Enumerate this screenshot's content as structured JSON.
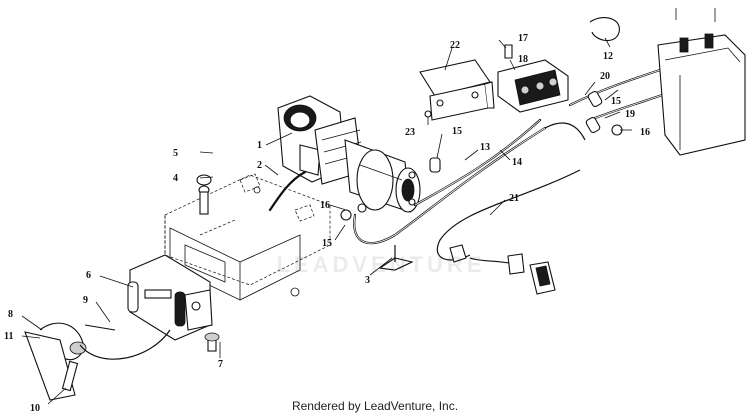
{
  "callouts": {
    "c1": "1",
    "c2": "2",
    "c3": "3",
    "c4": "4",
    "c5": "5",
    "c6": "6",
    "c7": "7",
    "c8": "8",
    "c9": "9",
    "c10": "10",
    "c11": "11",
    "c12": "12",
    "c13": "13",
    "c14": "14",
    "c15a": "15",
    "c15b": "15",
    "c15c": "15",
    "c16a": "16",
    "c16b": "16",
    "c17": "17",
    "c18": "18",
    "c19": "19",
    "c20": "20",
    "c21": "21",
    "c22": "22",
    "c23": "23"
  },
  "watermark": "LEADVENTURE",
  "footer": "Rendered by LeadVenture, Inc."
}
